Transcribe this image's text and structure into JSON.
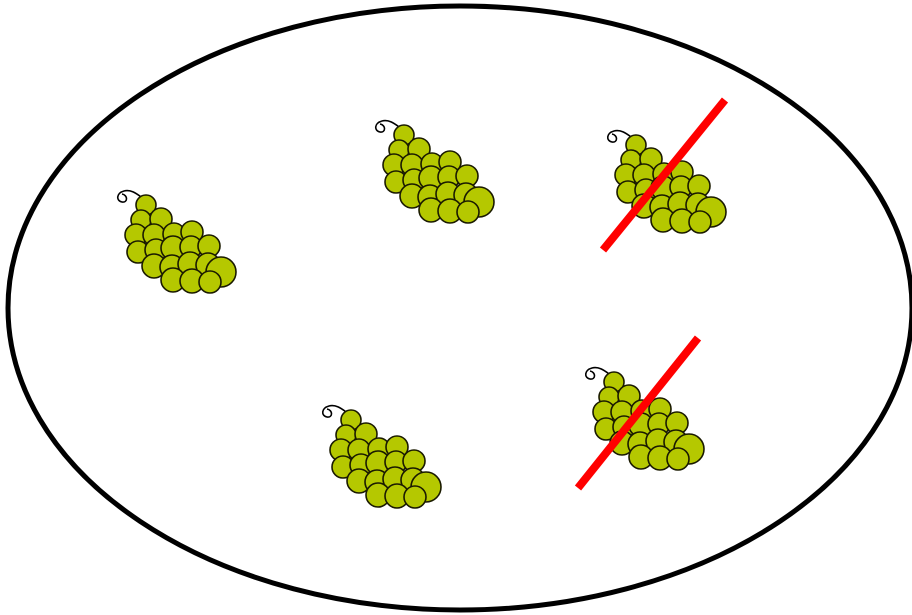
{
  "diagram": {
    "description_visible_text": "",
    "colors": {
      "outline": "#000000",
      "grape_fill": "#b5c800",
      "grape_stroke": "#1a1a00",
      "cross_out": "#ff0000",
      "background": "#ffffff"
    },
    "groups": [
      {
        "id": "bunch-1",
        "crossed_out": false
      },
      {
        "id": "bunch-2",
        "crossed_out": false
      },
      {
        "id": "bunch-3",
        "crossed_out": true
      },
      {
        "id": "bunch-4",
        "crossed_out": false
      },
      {
        "id": "bunch-5",
        "crossed_out": true
      }
    ],
    "counts": {
      "total": 5,
      "crossed_out": 2,
      "remaining": 3
    }
  }
}
